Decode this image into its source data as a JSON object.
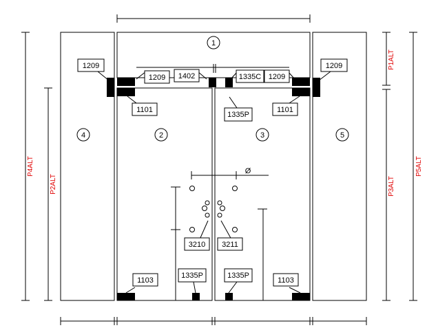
{
  "panels": [
    {
      "id": "panel-1",
      "number": "1"
    },
    {
      "id": "panel-2",
      "number": "2"
    },
    {
      "id": "panel-3",
      "number": "3"
    },
    {
      "id": "panel-4",
      "number": "4"
    },
    {
      "id": "panel-5",
      "number": "5"
    }
  ],
  "part_labels": {
    "hinge_top_left_outer": "1209",
    "hinge_top_left_inner": "1209",
    "lock_center_left": "1402",
    "closer_center_right": "1335C",
    "hinge_top_right_inner": "1209",
    "hinge_top_right_outer": "1209",
    "pivot_top_left": "1101",
    "patch_top_center": "1335P",
    "pivot_top_right": "1101",
    "handle_left": "3210",
    "handle_right": "3211",
    "pivot_bottom_left": "1103",
    "patch_bottom_left": "1335P",
    "patch_bottom_right": "1335P",
    "pivot_bottom_right": "1103"
  },
  "dimension_labels": {
    "p1": "P1ALT",
    "p2": "P2ALT",
    "p3": "P3ALT",
    "p4": "P4ALT",
    "p5": "P5ALT",
    "diameter_symbol": "Ø"
  },
  "colors": {
    "line": "#000000",
    "dimension_text": "#e00000",
    "hardware": "#000000"
  }
}
